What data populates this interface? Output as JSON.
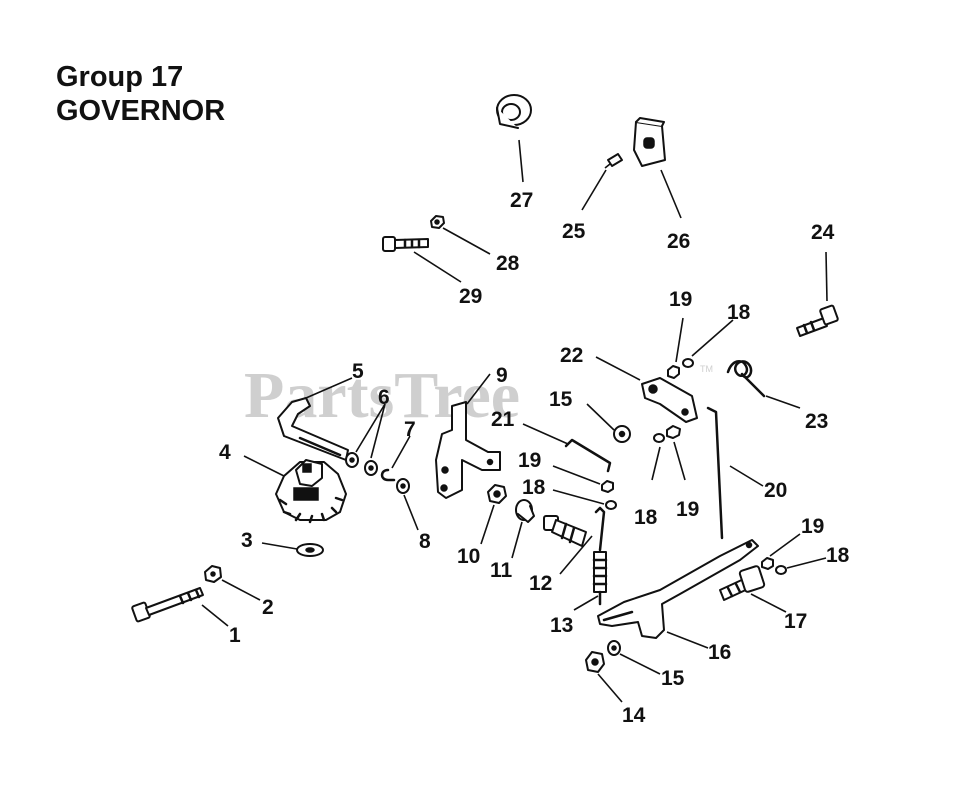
{
  "header": {
    "group": "Group 17",
    "section": "GOVERNOR"
  },
  "watermark": {
    "text": "PartsTree",
    "tm": "TM",
    "color": "#cfcfcf"
  },
  "callouts": [
    "1",
    "2",
    "3",
    "4",
    "5",
    "6",
    "7",
    "8",
    "9",
    "10",
    "11",
    "12",
    "13",
    "14",
    "15",
    "15",
    "16",
    "17",
    "18",
    "18",
    "18",
    "18",
    "19",
    "19",
    "19",
    "19",
    "20",
    "21",
    "22",
    "23",
    "24",
    "25",
    "26",
    "27",
    "28",
    "29"
  ],
  "colors": {
    "ink": "#111111",
    "background": "#ffffff"
  }
}
